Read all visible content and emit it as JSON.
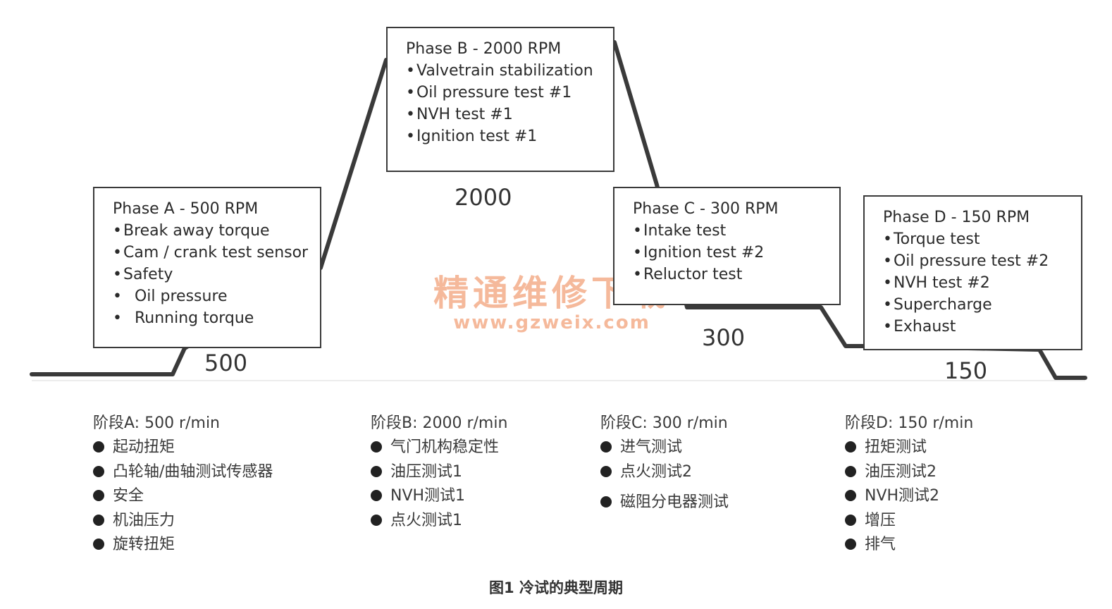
{
  "phases": [
    {
      "title": "Phase A - 500 RPM",
      "items": [
        "Break away torque",
        "Cam / crank test sensor",
        "Safety"
      ],
      "sub_items": [
        "Oil pressure",
        "Running torque"
      ],
      "rpm_label": "500"
    },
    {
      "title": "Phase B - 2000 RPM",
      "items": [
        "Valvetrain stabilization",
        "Oil pressure test #1",
        "NVH test #1",
        "Ignition test #1"
      ],
      "sub_items": [],
      "rpm_label": "2000"
    },
    {
      "title": "Phase C - 300 RPM",
      "items": [
        "Intake test",
        "Ignition test #2",
        "Reluctor test"
      ],
      "sub_items": [],
      "rpm_label": "300"
    },
    {
      "title": "Phase D - 150 RPM",
      "items": [
        "Torque test",
        "Oil pressure test #2",
        "NVH test #2",
        "Supercharge",
        "Exhaust"
      ],
      "sub_items": [],
      "rpm_label": "150"
    }
  ],
  "cn_phases": [
    {
      "head": "阶段A:  500 r/min",
      "items": [
        "起动扭矩",
        "凸轮轴/曲轴测试传感器",
        "安全",
        "机油压力",
        "旋转扭矩"
      ]
    },
    {
      "head": "阶段B:  2000 r/min",
      "items": [
        "气门机构稳定性",
        "油压测试1",
        "NVH测试1",
        "点火测试1"
      ]
    },
    {
      "head": "阶段C:  300 r/min",
      "items": [
        "进气测试",
        "点火测试2",
        "磁阻分电器测试"
      ]
    },
    {
      "head": "阶段D:  150 r/min",
      "items": [
        "扭矩测试",
        "油压测试2",
        "NVH测试2",
        "增压",
        "排气"
      ]
    }
  ],
  "watermark": {
    "line1": "精通维修下载",
    "line2": "www.gzweix.com"
  },
  "caption": "图1 冷试的典型周期",
  "colors": {
    "line": "#3a3a3a",
    "box_border": "#3a3a3a",
    "watermark": "#f2a27a"
  }
}
